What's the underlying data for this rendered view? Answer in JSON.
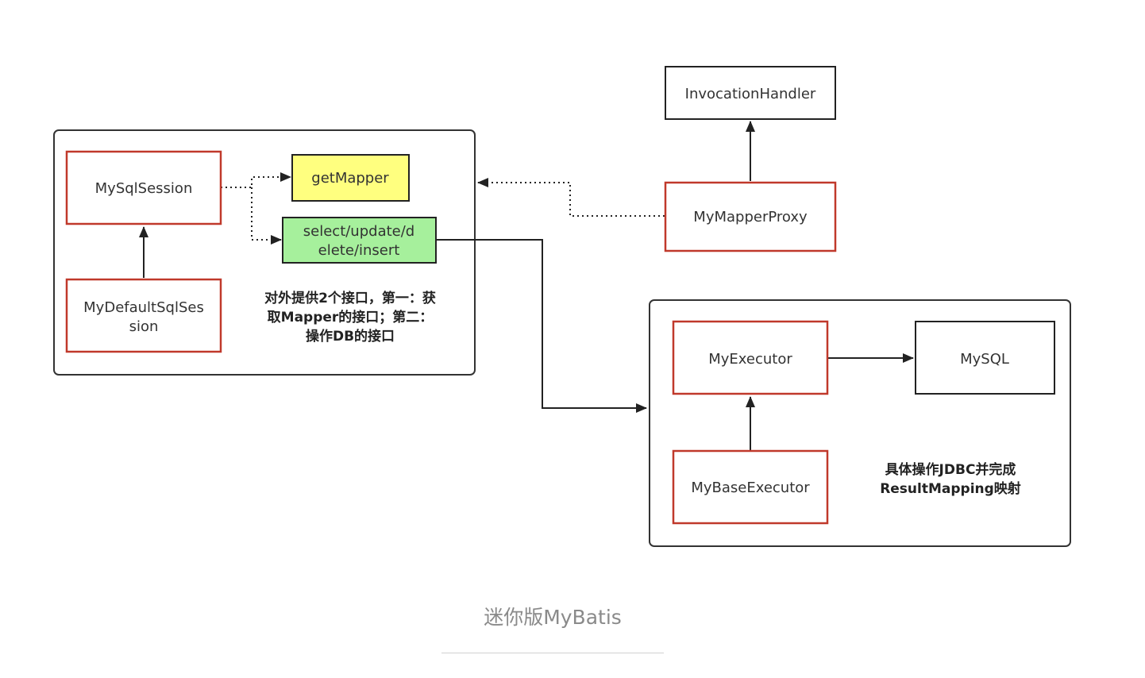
{
  "nodes": {
    "invocation_handler": "InvocationHandler",
    "my_mapper_proxy": "MyMapperProxy",
    "my_sql_session": "MySqlSession",
    "get_mapper": "getMapper",
    "crud_line1": "select/update/d",
    "crud_line2": "elete/insert",
    "my_default_sql_session_line1": "MyDefaultSqlSes",
    "my_default_sql_session_line2": "sion",
    "my_executor": "MyExecutor",
    "my_sql": "MySQL",
    "my_base_executor": "MyBaseExecutor"
  },
  "notes": {
    "session_note_line1": "对外提供2个接口，第一：获",
    "session_note_line2": "取Mapper的接口；第二：",
    "session_note_line3": "操作DB的接口",
    "executor_note_line1": "具体操作JDBC并完成",
    "executor_note_line2": "ResultMapping映射"
  },
  "caption": "迷你版MyBatis",
  "colors": {
    "red_border": "#c0392b",
    "get_mapper_fill": "#ffff7f",
    "crud_fill": "#a6f09c",
    "container_border": "#333333"
  }
}
